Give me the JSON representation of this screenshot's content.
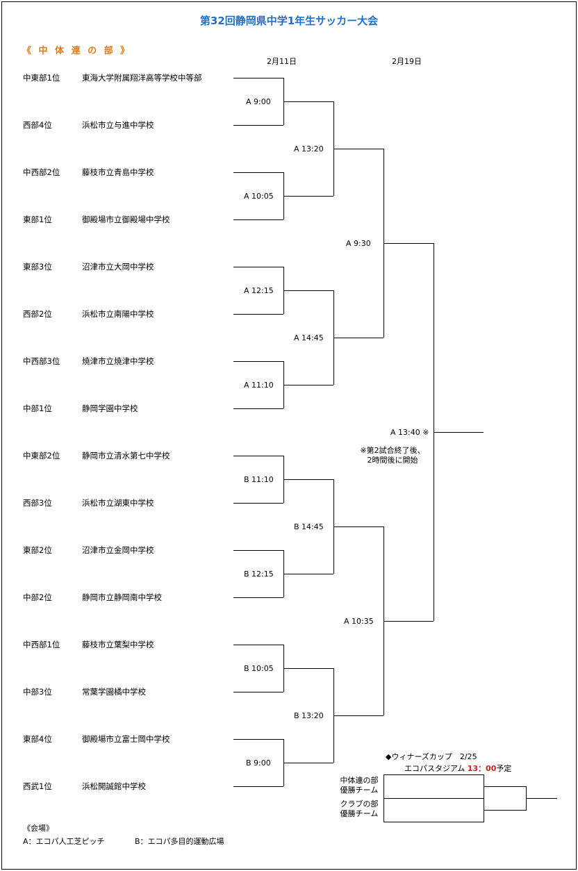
{
  "title": "第32回静岡県中学1年生サッカー大会",
  "section": "《 中 体 連 の 部 》",
  "dates": [
    "2月11日",
    "2月19日"
  ],
  "teams": [
    {
      "rank": "中東部1位",
      "school": "東海大学附属翔洋高等学校中等部"
    },
    {
      "rank": "西部4位",
      "school": "浜松市立与進中学校"
    },
    {
      "rank": "中西部2位",
      "school": "藤枝市立青島中学校"
    },
    {
      "rank": "東部1位",
      "school": "御殿場市立御殿場中学校"
    },
    {
      "rank": "東部3位",
      "school": "沼津市立大岡中学校"
    },
    {
      "rank": "西部2位",
      "school": "浜松市立南陽中学校"
    },
    {
      "rank": "中西部3位",
      "school": "焼津市立焼津中学校"
    },
    {
      "rank": "中部1位",
      "school": "静岡学園中学校"
    },
    {
      "rank": "中東部2位",
      "school": "静岡市立清水第七中学校"
    },
    {
      "rank": "西部3位",
      "school": "浜松市立湖東中学校"
    },
    {
      "rank": "東部2位",
      "school": "沼津市立金岡中学校"
    },
    {
      "rank": "中部2位",
      "school": "静岡市立静岡南中学校"
    },
    {
      "rank": "中西部1位",
      "school": "藤枝市立葉梨中学校"
    },
    {
      "rank": "中部3位",
      "school": "常葉学園橘中学校"
    },
    {
      "rank": "東部4位",
      "school": "御殿場市立富士岡中学校"
    },
    {
      "rank": "西武1位",
      "school": "浜松開誠館中学校"
    }
  ],
  "round1": [
    "A 9:00",
    "A 10:05",
    "A 12:15",
    "A 11:10",
    "B 11:10",
    "B 12:15",
    "B 10:05",
    "B 9:00"
  ],
  "round2": [
    "A 13:20",
    "A 14:45",
    "B 14:45",
    "B 13:20"
  ],
  "round3": [
    "A 9:30",
    "A 10:35"
  ],
  "final": "A 13:40 ※",
  "final_note": [
    "※第2試合終了後、",
    "2時間後に開始"
  ],
  "winners_cup": {
    "heading": "◆ウィナーズカップ　2/25",
    "venue_prefix": "エコパスタジアム",
    "time": "13：00",
    "time_suffix": "予定",
    "team1": [
      "中体連の部",
      "優勝チーム"
    ],
    "team2": [
      "クラブの部",
      "優勝チーム"
    ]
  },
  "venue": {
    "heading": "《会場》",
    "a": "A：エコパ人工芝ピッチ",
    "b": "B：エコパ多目的運動広場"
  },
  "colors": {
    "title": "#1f6fd1",
    "section": "#e07b1a",
    "highlight": "#d11a1a"
  }
}
